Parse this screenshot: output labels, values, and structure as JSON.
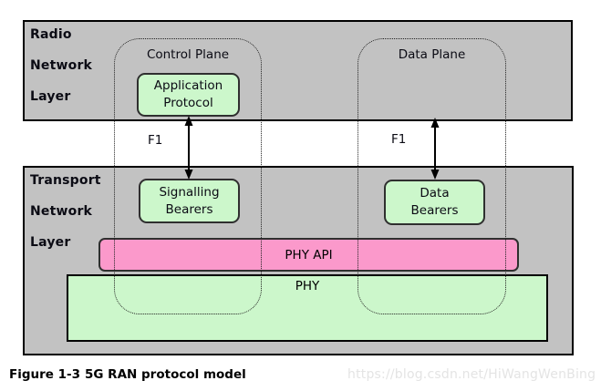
{
  "diagram": {
    "radio_layer_label": "Radio\nNetwork\nLayer",
    "transport_layer_label": "Transport\nNetwork\nLayer",
    "control_plane_label": "Control Plane",
    "data_plane_label": "Data Plane",
    "application_protocol_label": "Application\nProtocol",
    "signalling_bearers_label": "Signalling\nBearers",
    "data_bearers_label": "Data\nBearers",
    "f1_left_label": "F1",
    "f1_right_label": "F1",
    "phy_api_label": "PHY API",
    "phy_label": "PHY",
    "colors": {
      "layer_fill": "#c2c2c2",
      "green_fill": "#ccf7cb",
      "pink_fill": "#fb99cb"
    }
  },
  "caption": {
    "figure_number": "Figure 1-3",
    "title": "5G RAN protocol model"
  },
  "watermark": {
    "text": "https://blog.csdn.net/HiWangWenBing"
  }
}
